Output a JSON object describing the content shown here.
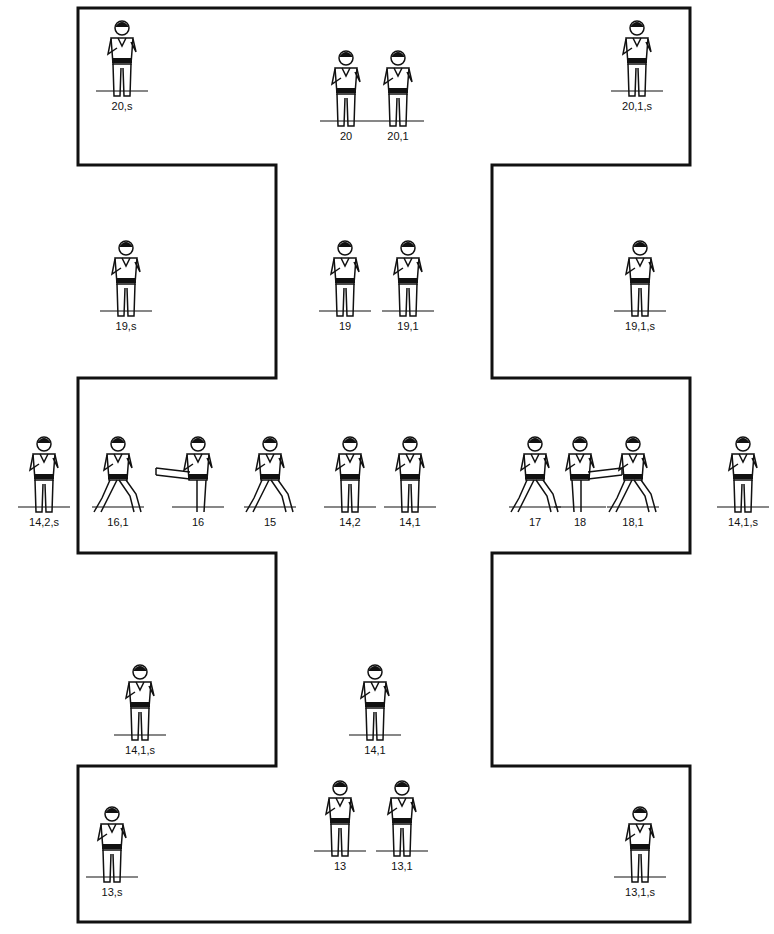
{
  "diagram": {
    "labels": [
      "20,s",
      "20",
      "20,1",
      "20,1,s",
      "19,s",
      "19",
      "19,1",
      "19,1,s",
      "14,2,s",
      "16,1",
      "16",
      "15",
      "14,2",
      "14,1",
      "17",
      "18",
      "18,1",
      "14,1,s",
      "14,1,s",
      "14,1",
      "13",
      "13,1",
      "13,s",
      "13,1,s"
    ]
  }
}
